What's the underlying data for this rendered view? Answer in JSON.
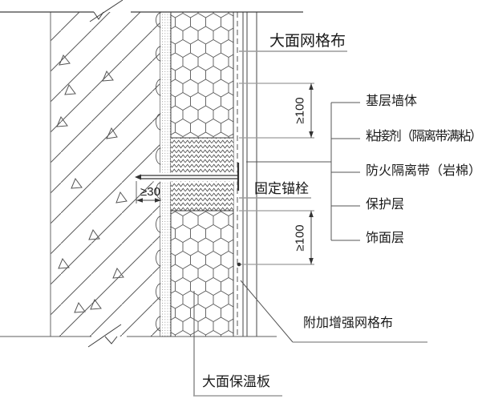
{
  "labels": {
    "top_mesh": "大面网格布",
    "anchor": "固定锚栓",
    "bottom_mesh": "附加增强网格布",
    "bottom_board": "大面保温板",
    "right_column": [
      "基层墙体",
      "粘接剂（隔离带满粘）",
      "防火隔离带（岩棉）",
      "保护层",
      "饰面层"
    ]
  },
  "dimensions": {
    "band_top_offset": "≥100",
    "band_bottom_offset": "≥100",
    "anchor_embed_depth": "≥30"
  },
  "colors": {
    "line": "#3d3d3d",
    "leader": "#9c9c9c",
    "text": "#1b1b1b",
    "background": "#ffffff"
  }
}
